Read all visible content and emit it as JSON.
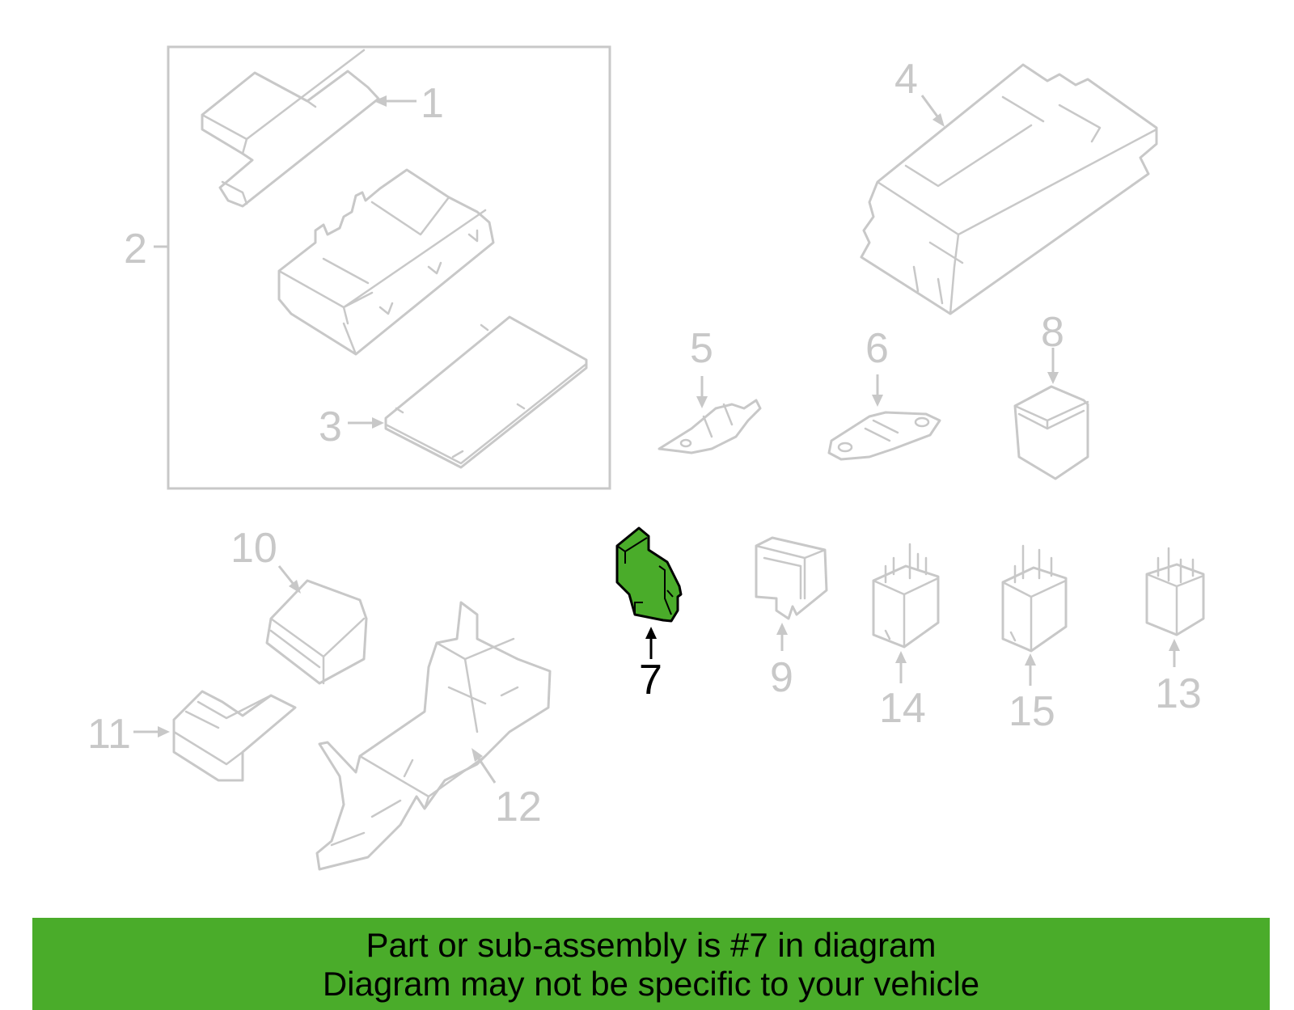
{
  "callouts": {
    "c1": "1",
    "c2": "2",
    "c3": "3",
    "c4": "4",
    "c5": "5",
    "c6": "6",
    "c7": "7",
    "c8": "8",
    "c9": "9",
    "c10": "10",
    "c11": "11",
    "c12": "12",
    "c13": "13",
    "c14": "14",
    "c15": "15"
  },
  "highlight": {
    "part_number": "7",
    "color": "#4aac2a"
  },
  "colors": {
    "line_art": "#c8c8c8",
    "highlight_outline": "#000000",
    "banner_bg": "#4aac2a"
  },
  "banner": {
    "line1": "Part or sub-assembly is #7 in diagram",
    "line2": "Diagram may not be specific to your vehicle"
  }
}
